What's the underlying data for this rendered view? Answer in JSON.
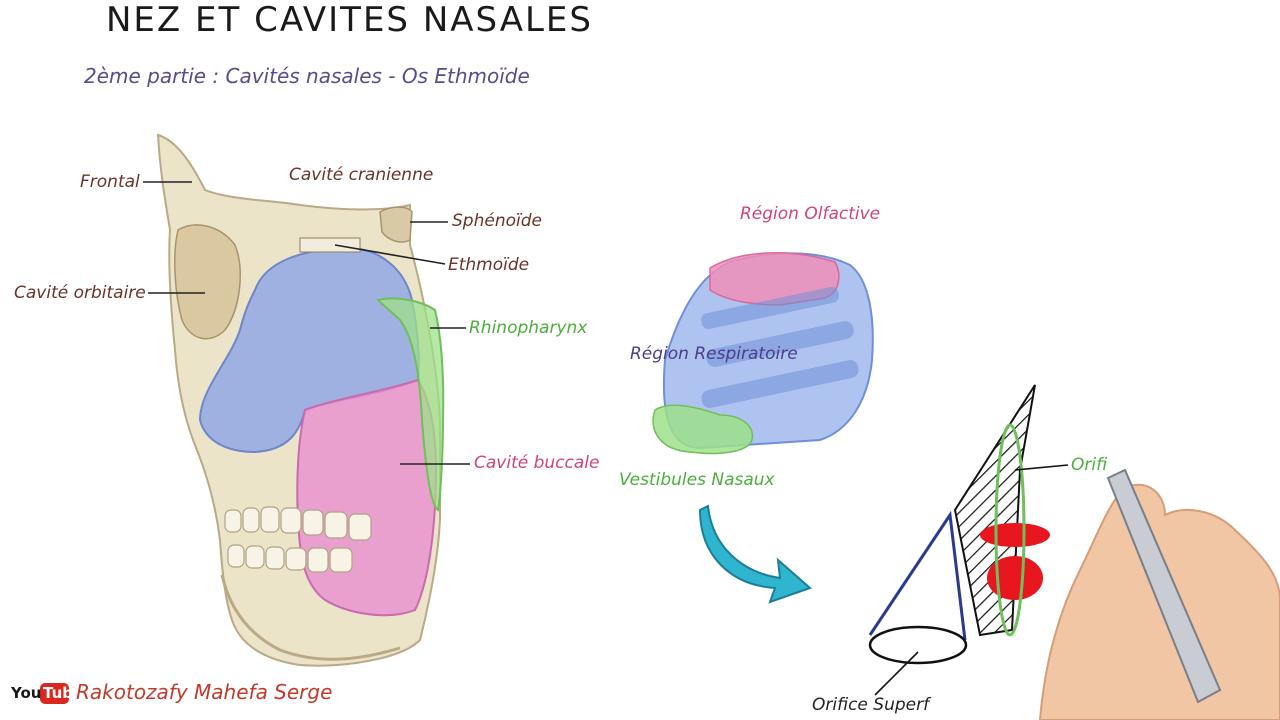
{
  "header": {
    "title": "NEZ ET CAVITES NASALES",
    "subtitle": "2ème partie : Cavités nasales - Os Ethmoïde"
  },
  "anatomy_labels": {
    "frontal": "Frontal",
    "cavite_cranienne": "Cavité cranienne",
    "sphenoide": "Sphénoïde",
    "ethmoide": "Ethmoïde",
    "cavite_orbitaire": "Cavité orbitaire",
    "rhinopharynx": "Rhinopharynx",
    "cavite_buccale": "Cavité buccale"
  },
  "regions_diagram": {
    "olfactive": "Région Olfactive",
    "respiratoire": "Région Respiratoire",
    "vestibules": "Vestibules Nasaux"
  },
  "sketch": {
    "orifice_label_partial": "Orifi",
    "orifice_superf": "Orifice Superf"
  },
  "footer": {
    "youtube_you": "You",
    "youtube_tube": "Tube",
    "author": "Rakotozafy Mahefa Serge"
  },
  "colors": {
    "label_brown": "#6b3226",
    "label_green": "#4cae3c",
    "label_pink": "#d0437a",
    "label_purple": "#4b3d87",
    "nasal_blue": "#8ea6e6",
    "buccal_pink": "#e88fcf",
    "pharynx_green": "#9ee08a",
    "arrow_cyan": "#2fb5d0",
    "sketch_red": "#e8161e",
    "sketch_navy": "#2a3a8c"
  }
}
